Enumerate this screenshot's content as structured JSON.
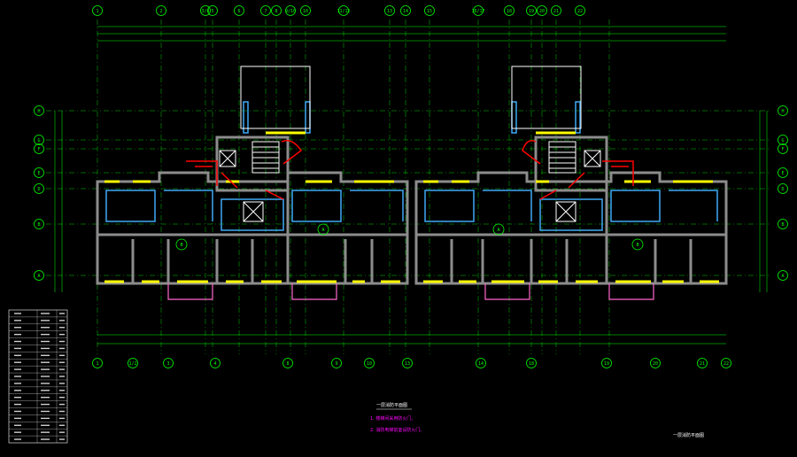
{
  "colors": {
    "background": "#000000",
    "axis": "#00ff00",
    "wall": "#8c8c8c",
    "window": "#ffff00",
    "partition": "#3fa9f5",
    "stair": "#ffffff",
    "fire": "#ff0000",
    "balcony": "#ff66cc",
    "note": "#ff00ff",
    "text": "#ffffff"
  },
  "axes": {
    "top_labels": [
      "1",
      "2",
      "3/4",
      "5",
      "6",
      "7",
      "8",
      "9/10",
      "10",
      "11/12",
      "13",
      "14",
      "15",
      "16/17",
      "18",
      "19",
      "20",
      "21",
      "22"
    ],
    "bottom_labels": [
      "1",
      "1/2",
      "3",
      "4",
      "8",
      "9",
      "10",
      "13",
      "14",
      "18",
      "19",
      "20",
      "21",
      "22"
    ],
    "row_labels": [
      "H",
      "G",
      "F",
      "E",
      "D",
      "B",
      "A"
    ]
  },
  "unit_marks": [
    "B",
    "A",
    "A",
    "B"
  ],
  "legend": {
    "rows": 19
  },
  "notes": {
    "title": "一层消防平面图",
    "items": [
      "1. 楼梯间采用防火门。",
      "2. 消防电梯前室设防火门。"
    ],
    "right_caption": "一层消防平面图"
  }
}
